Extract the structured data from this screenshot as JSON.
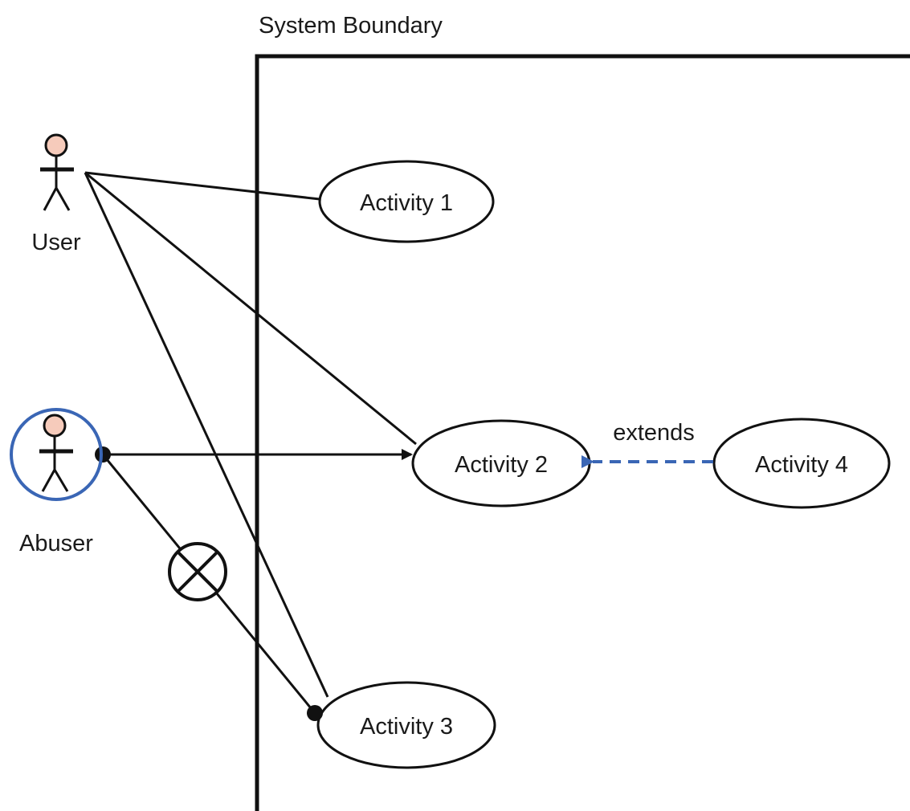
{
  "system_boundary": {
    "label": "System Boundary"
  },
  "actors": {
    "user": {
      "label": "User",
      "head_color": "#f6cbbb"
    },
    "abuser": {
      "label": "Abuser",
      "head_color": "#f6cbbb",
      "highlight_color": "#3a66b5"
    }
  },
  "use_cases": {
    "activity1": {
      "label": "Activity 1"
    },
    "activity2": {
      "label": "Activity 2"
    },
    "activity3": {
      "label": "Activity 3"
    },
    "activity4": {
      "label": "Activity 4"
    }
  },
  "relations": {
    "extends": {
      "label": "extends",
      "color": "#3a66b5"
    }
  },
  "colors": {
    "line": "#111111",
    "extends": "#3a66b5"
  }
}
